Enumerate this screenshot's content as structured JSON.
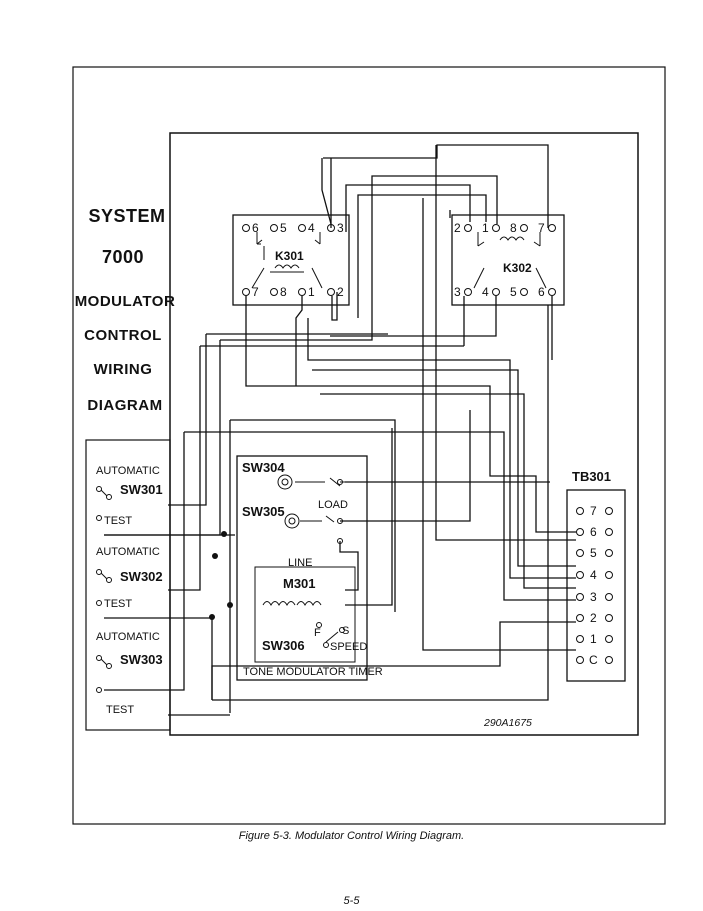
{
  "title": {
    "line1": "SYSTEM",
    "line2": "7000",
    "line3": "MODULATOR",
    "line4": "CONTROL",
    "line5": "WIRING",
    "line6": "DIAGRAM"
  },
  "relay_k301": {
    "label": "K301",
    "top_terms": [
      "6",
      "5",
      "4",
      "3"
    ],
    "bottom_terms": [
      "7",
      "8",
      "1",
      "2"
    ]
  },
  "relay_k302": {
    "label": "K302",
    "top_terms": [
      "2",
      "1",
      "8",
      "7"
    ],
    "bottom_terms": [
      "3",
      "4",
      "5",
      "6"
    ]
  },
  "switch_panel": {
    "auto1": "AUTOMATIC",
    "sw301": "SW301",
    "test1": "TEST",
    "auto2": "AUTOMATIC",
    "sw302": "SW302",
    "test2": "TEST",
    "auto3": "AUTOMATIC",
    "sw303": "SW303",
    "test3": "TEST"
  },
  "timer": {
    "sw304": "SW304",
    "sw305": "SW305",
    "load": "LOAD",
    "line": "LINE",
    "m301": "M301",
    "sw306": "SW306",
    "f": "F",
    "s": "S",
    "speed": "SPEED",
    "footer": "TONE MODULATOR TIMER"
  },
  "tb301": {
    "label": "TB301",
    "terms": [
      "7",
      "6",
      "5",
      "4",
      "3",
      "2",
      "1",
      "C"
    ]
  },
  "drawing_number": "290A1675",
  "caption": "Figure 5-3.  Modulator Control Wiring Diagram.",
  "page_number": "5-5"
}
